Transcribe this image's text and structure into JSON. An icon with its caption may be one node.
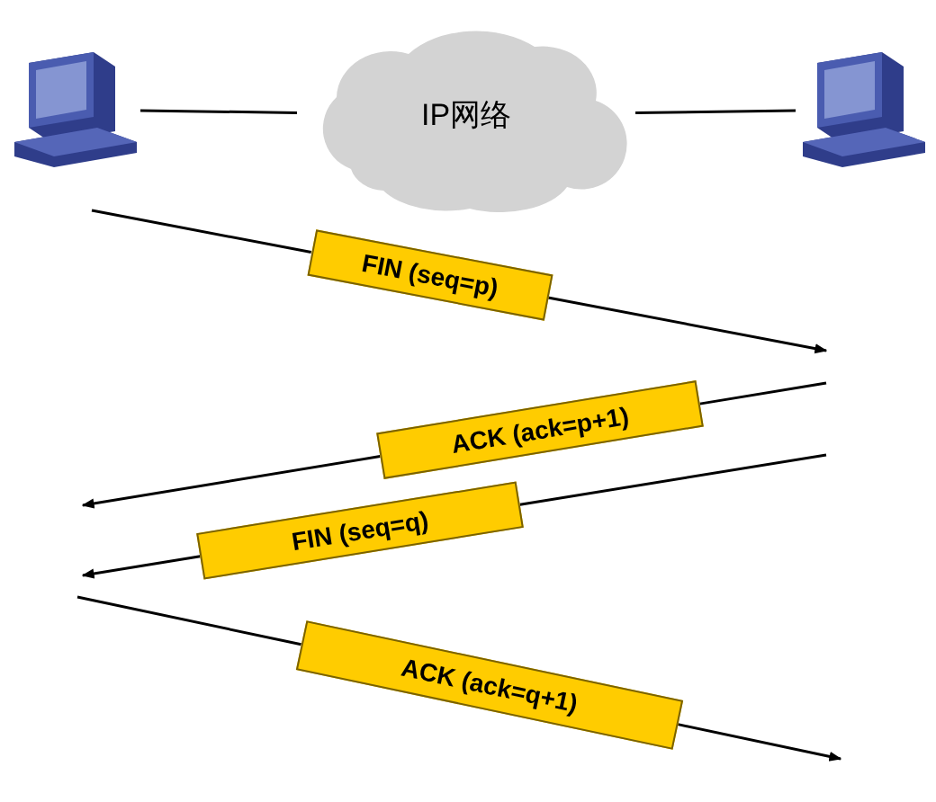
{
  "diagram": {
    "nodes": [
      {
        "text": [],
        "shape": "computer"
      },
      {
        "text": [
          "IP网络"
        ]
      },
      {
        "text": [],
        "shape": "computer"
      },
      {
        "text": [
          "FIN (seq=p)"
        ]
      },
      {
        "text": [
          "ACK (ack=p+1)"
        ]
      },
      {
        "text": [
          "FIN (seq=q)"
        ]
      },
      {
        "text": [
          "ACK (ack=q+1)"
        ]
      }
    ],
    "edges": [
      {
        "from": 0,
        "to": 1,
        "arrow": "none"
      },
      {
        "from": 1,
        "to": 2,
        "arrow": "none"
      },
      {
        "from": null,
        "to": 3,
        "arrow": "none"
      },
      {
        "from": 3,
        "to": null,
        "arrow": "to"
      },
      {
        "from": null,
        "to": 4,
        "arrow": "none"
      },
      {
        "from": 4,
        "to": null,
        "arrow": "to"
      },
      {
        "from": null,
        "to": 5,
        "arrow": "none"
      },
      {
        "from": 5,
        "to": null,
        "arrow": "to"
      },
      {
        "from": null,
        "to": 6,
        "arrow": "none"
      },
      {
        "from": 6,
        "to": null,
        "arrow": "to"
      }
    ]
  }
}
